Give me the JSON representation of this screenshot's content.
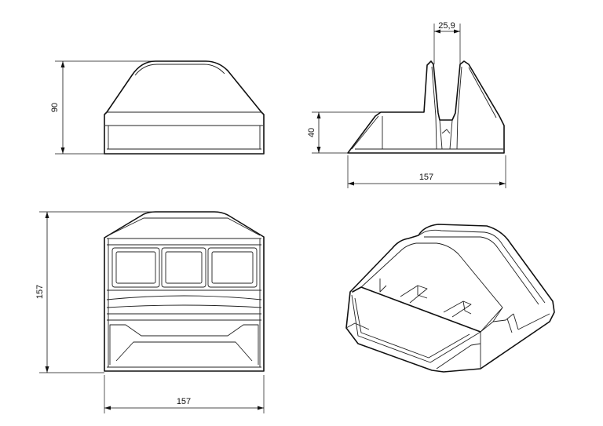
{
  "dimensions": {
    "front_height": "90",
    "side_height": "40",
    "side_slot_width": "25,9",
    "side_length": "157",
    "top_depth": "157",
    "top_width": "157"
  }
}
